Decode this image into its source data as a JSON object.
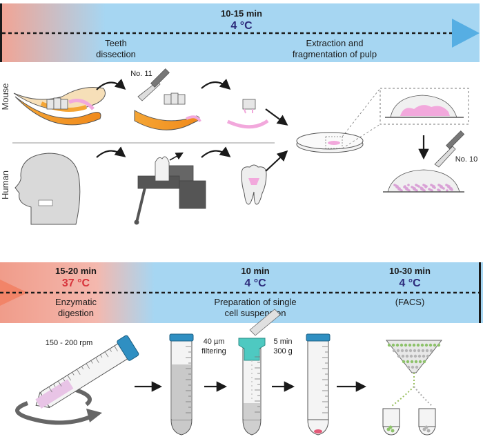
{
  "timeline_top": {
    "time": "10-15 min",
    "temp": "4 °C",
    "steps": [
      {
        "line1": "Teeth",
        "line2": "dissection"
      },
      {
        "line1": "Extraction and",
        "line2": "fragmentation of pulp"
      }
    ]
  },
  "species": {
    "mouse": "Mouse",
    "human": "Human"
  },
  "tools": {
    "scalpel_11": "No. 11",
    "scalpel_10": "No. 10"
  },
  "timeline_bottom": {
    "segments": [
      {
        "time": "15-20 min",
        "temp": "37 °C",
        "line1": "Enzymatic",
        "line2": "digestion"
      },
      {
        "time": "10 min",
        "temp": "4 °C",
        "line1": "Preparation of single",
        "line2": "cell suspension"
      },
      {
        "time": "10-30 min",
        "temp": "4 °C",
        "line1": "(FACS)",
        "line2": ""
      }
    ]
  },
  "process": {
    "rpm": "150 - 200 rpm",
    "filter_line1": "40 µm",
    "filter_line2": "filtering",
    "centrifuge_line1": "5 min",
    "centrifuge_line2": "300 g"
  },
  "colors": {
    "warm": "#f0a090",
    "cool": "#a6d6f2",
    "cold_text": "#2c2a7a",
    "warm_text": "#d8343b",
    "pulp_pink": "#f2a8dc",
    "bone_orange": "#f39a2e",
    "tube_cap": "#2f8fc2",
    "arrow_blue": "#56aee3"
  }
}
